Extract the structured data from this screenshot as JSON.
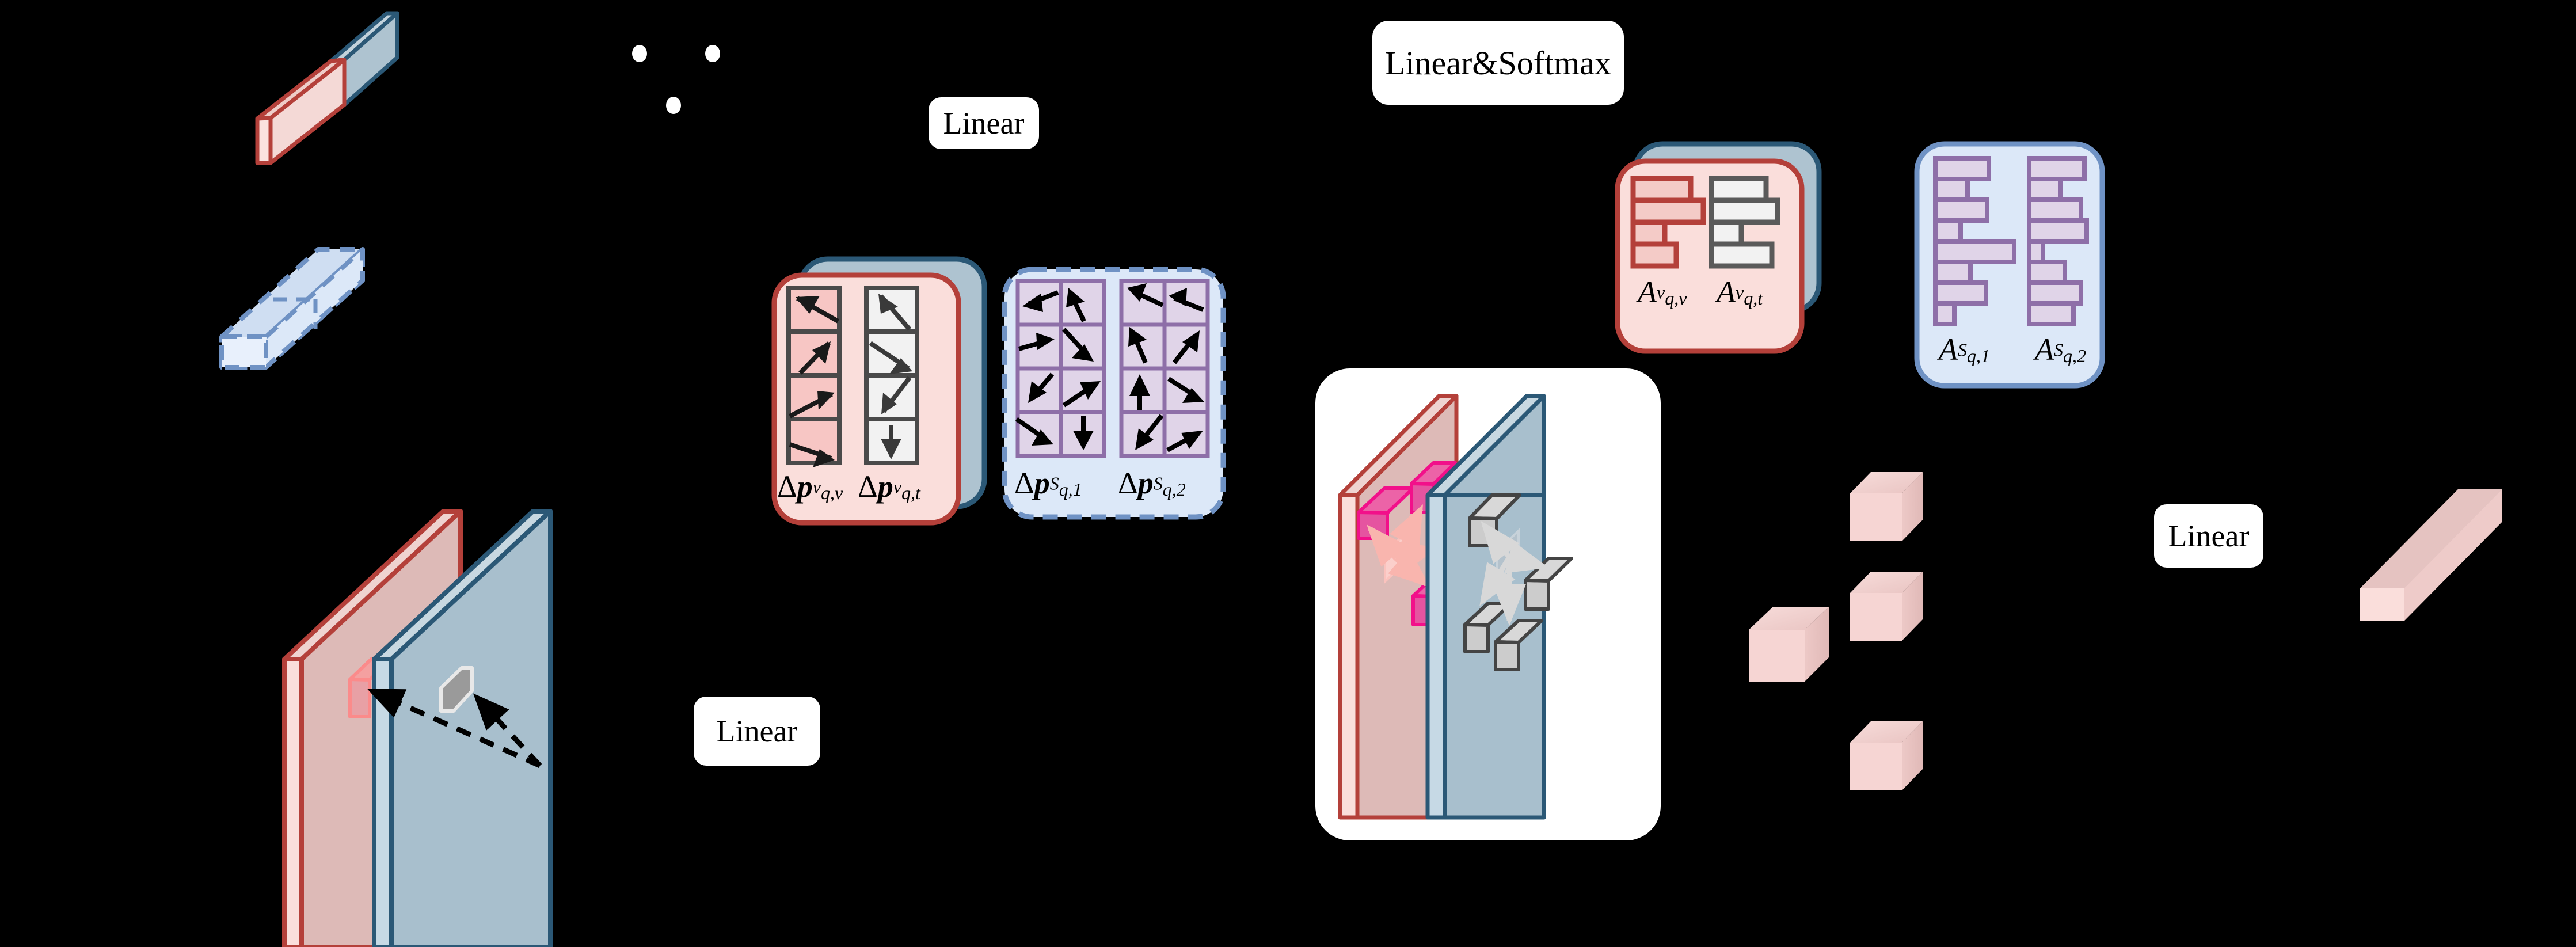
{
  "diagram": {
    "title": "Cross-modal deformable attention architecture diagram",
    "background_color": "#000000",
    "palette": {
      "red_stroke": "#b4403a",
      "red_fill": "#f6d7d3",
      "red_fill_light": "#fadfdb",
      "blue_stroke": "#2b5876",
      "blue_fill": "#aec3d0",
      "blue_dashed_stroke": "#6f92c4",
      "blue_dashed_fill": "#dce8f8",
      "purple_stroke": "#8e6fa8",
      "purple_fill": "#e0d4e8",
      "gray_stroke": "#5a5a5a",
      "gray_fill": "#f2f2f2",
      "magenta_stroke": "#f2108a",
      "magenta_fill": "#ec63a7",
      "white": "#ffffff",
      "black": "#000000",
      "pink_cube": "#f6d5d3"
    }
  },
  "labels": {
    "linear_top": "Linear",
    "linear_softmax": "Linear&Softmax",
    "linear_bottom_left": "Linear",
    "linear_right": "Linear"
  },
  "math_labels": {
    "dp_qv": {
      "delta": "Δ",
      "base": "p",
      "sup": "v",
      "sub": "q,v"
    },
    "dp_qt": {
      "delta": "Δ",
      "base": "p",
      "sup": "v",
      "sub": "q,t"
    },
    "dp_s1": {
      "delta": "Δ",
      "base": "p",
      "sup": "S",
      "sub": "q,1"
    },
    "dp_s2": {
      "delta": "Δ",
      "base": "p",
      "sup": "S",
      "sub": "q,2"
    },
    "a_qv": {
      "base": "A",
      "sup": "v",
      "sub": "q,v"
    },
    "a_qt": {
      "base": "A",
      "sup": "v",
      "sub": "q,t"
    },
    "a_s1": {
      "base": "A",
      "sup": "S",
      "sub": "q,1"
    },
    "a_s2": {
      "base": "A",
      "sup": "S",
      "sub": "q,2"
    }
  },
  "offset_grids": {
    "visual_panel": {
      "cells_per_column": 4,
      "columns": [
        {
          "name": "dp_qv",
          "fill": "#f7c6c4",
          "stroke": "#4a4a4a",
          "arrows_deg": [
            138,
            66,
            28,
            -38
          ]
        },
        {
          "name": "dp_qt",
          "fill": "#f2f2f2",
          "stroke": "#4a4a4a",
          "arrows_deg": [
            62,
            -40,
            -70,
            -90
          ]
        }
      ]
    },
    "scene_panel": {
      "cells_per_column": 4,
      "columns": [
        {
          "name": "dp_s1_col1",
          "fill": "#e0d4e8",
          "stroke": "#8e6fa8",
          "arrows_deg": [
            196,
            10,
            220,
            -40
          ]
        },
        {
          "name": "dp_s1_col2",
          "fill": "#e0d4e8",
          "stroke": "#8e6fa8",
          "arrows_deg": [
            72,
            -48,
            22,
            -90
          ]
        },
        {
          "name": "dp_s2_col1",
          "fill": "#e0d4e8",
          "stroke": "#8e6fa8",
          "arrows_deg": [
            150,
            80,
            90,
            232
          ]
        },
        {
          "name": "dp_s2_col2",
          "fill": "#e0d4e8",
          "stroke": "#8e6fa8",
          "arrows_deg": [
            175,
            62,
            -28,
            18
          ]
        }
      ]
    }
  },
  "chart_data": [
    {
      "type": "bar",
      "title": "A_{q,v}^{v}",
      "orientation": "horizontal",
      "categories": [
        "1",
        "2",
        "3",
        "4"
      ],
      "values": [
        0.78,
        0.95,
        0.4,
        0.56
      ],
      "xlim": [
        0,
        1
      ],
      "bar_fill": "#f4cbc7",
      "bar_stroke": "#b4403a",
      "grid": false,
      "legend": "none"
    },
    {
      "type": "bar",
      "title": "A_{q,t}^{v}",
      "orientation": "horizontal",
      "categories": [
        "1",
        "2",
        "3",
        "4"
      ],
      "values": [
        0.73,
        0.92,
        0.39,
        0.82
      ],
      "xlim": [
        0,
        1
      ],
      "bar_fill": "#f2f2f2",
      "bar_stroke": "#5a5a5a",
      "grid": false,
      "legend": "none"
    },
    {
      "type": "bar",
      "title": "A_{q,1}^{S}",
      "orientation": "horizontal",
      "categories": [
        "1",
        "2",
        "3",
        "4",
        "5",
        "6",
        "7",
        "8"
      ],
      "values": [
        0.68,
        0.41,
        0.66,
        0.32,
        1.0,
        0.45,
        0.64,
        0.24
      ],
      "xlim": [
        0,
        1
      ],
      "bar_fill": "#e0d4e8",
      "bar_stroke": "#8e6fa8",
      "grid": false,
      "legend": "none"
    },
    {
      "type": "bar",
      "title": "A_{q,2}^{S}",
      "orientation": "horizontal",
      "categories": [
        "1",
        "2",
        "3",
        "4",
        "5",
        "6",
        "7",
        "8"
      ],
      "values": [
        0.92,
        0.54,
        0.85,
        0.98,
        0.22,
        0.6,
        0.87,
        0.74
      ],
      "xlim": [
        0,
        1
      ],
      "bar_fill": "#e0d4e8",
      "bar_stroke": "#8e6fa8",
      "grid": false,
      "legend": "none"
    }
  ],
  "shapes": {
    "ellipsis_dots": 3,
    "feature_bar_top_left": "red-blue split 3d bar",
    "feature_bar_mid_left": "dashed blue 3d bar",
    "planes_bottom_left": [
      "red plane",
      "blue plane"
    ],
    "planes_center": [
      "red plane with magenta sample patches",
      "blue plane with gray sample patches"
    ],
    "cubes_right": 4,
    "output_bar_right": "pink 3d bar"
  }
}
